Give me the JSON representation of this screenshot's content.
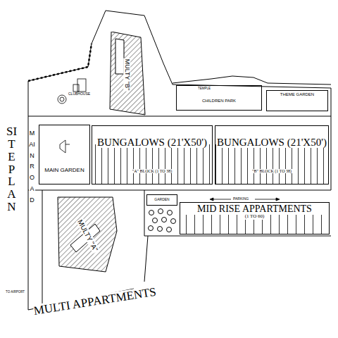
{
  "diagram": {
    "nodes": [
      {
        "text": [
          "MAIN GARDEN"
        ]
      },
      {
        "text": [
          "BUNGALOWS (21'X50')",
          "\"A\" BLOCK (1 TO 38)"
        ]
      },
      {
        "text": [
          "BUNGALOWS (21'X50')",
          "\"B\" BLOCK (1 TO 38)"
        ]
      },
      {
        "text": [
          "CHILDREN PARK"
        ]
      },
      {
        "text": [
          "THEME GARDEN"
        ]
      },
      {
        "text": [
          "GARDEN"
        ]
      },
      {
        "text": [
          "MID RISE APPARTMENTS",
          "(1 TO 60)"
        ]
      },
      {
        "text": [
          "MULTY \"B\""
        ]
      },
      {
        "text": [
          "MULTY \"A\""
        ]
      }
    ],
    "labels": [
      "SITE PLAN",
      "MAIN ROAD",
      "CLUBHOUSE",
      "TEMPLE",
      "PARKING",
      "TO AIRPORT",
      "MULTI APPARTMENTS"
    ]
  }
}
